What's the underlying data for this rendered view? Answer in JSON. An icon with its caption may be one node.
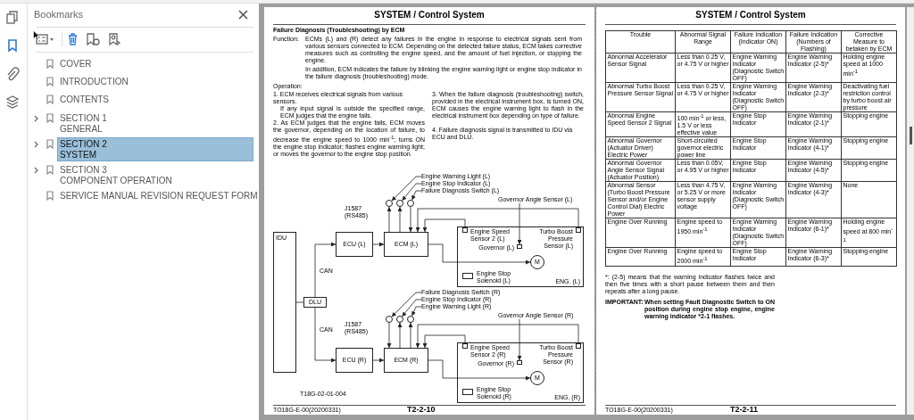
{
  "diagram": {
    "nodes": [
      {
        "text": [
          "IDU"
        ]
      },
      {
        "text": [
          "ECU (L)"
        ]
      },
      {
        "text": [
          "ECM (L)"
        ]
      },
      {
        "text": [
          "DLU"
        ]
      },
      {
        "text": [
          "ECU (R)"
        ]
      },
      {
        "text": [
          "ECM (R)"
        ]
      },
      {
        "text": [
          "ENG. (L)"
        ]
      },
      {
        "text": [],
        "shape": "box",
        "in": 6,
        "beside": [
          "Engine Speed Sensor 2 (L)"
        ]
      },
      {
        "text": [],
        "shape": "box",
        "in": 6,
        "beside": [
          "Turbo Boost Pressure Sensor (L)"
        ]
      },
      {
        "text": [],
        "shape": "box",
        "in": 6,
        "beside": [
          "Governor (L)"
        ]
      },
      {
        "text": [
          "M"
        ],
        "in": 6
      },
      {
        "text": [],
        "shape": "box",
        "in": 6,
        "beside": [
          "Engine Stop Solenoid (L)"
        ]
      },
      {
        "text": [
          "ENG. (R)"
        ]
      },
      {
        "text": [],
        "shape": "box",
        "in": 12,
        "beside": [
          "Engine Speed Sensor 2 (R)"
        ]
      },
      {
        "text": [],
        "shape": "box",
        "in": 12,
        "beside": [
          "Turbo Boost Pressure Sensor (R)"
        ]
      },
      {
        "text": [],
        "shape": "box",
        "in": 12,
        "beside": [
          "Governor (R)"
        ]
      },
      {
        "text": [
          "M"
        ],
        "in": 12
      },
      {
        "text": [],
        "shape": "box",
        "in": 12,
        "beside": [
          "Engine Stop Solenoid (R)"
        ]
      },
      {
        "text": [],
        "shape": "circle"
      },
      {
        "text": [],
        "shape": "circle"
      },
      {
        "text": [],
        "shape": "circle"
      },
      {
        "text": [],
        "shape": "circle"
      },
      {
        "text": [],
        "shape": "circle"
      },
      {
        "text": [],
        "shape": "circle"
      },
      {
        "text": [
          "Engine Warning Light (L)"
        ]
      },
      {
        "text": [
          "Engine Stop Indicator (L)"
        ]
      },
      {
        "text": [
          "Failure Diagnosis Switch (L)"
        ]
      },
      {
        "text": [
          "Failure Diagnosis Switch (R)"
        ]
      },
      {
        "text": [
          "Engine Stop Indicator (R)"
        ]
      },
      {
        "text": [
          "Engine Warning Light (R)"
        ]
      },
      {
        "text": [
          "Governor Angle Sensor (L)"
        ]
      },
      {
        "text": [
          "Governor Angle Sensor (R)"
        ]
      }
    ],
    "edges": [
      {
        "from": 0,
        "to": 3,
        "arrow": "none"
      },
      {
        "from": 3,
        "to": 1,
        "arrow": "to"
      },
      {
        "from": 3,
        "to": 4,
        "arrow": "to"
      },
      {
        "from": 1,
        "to": 2,
        "arrow": "to"
      },
      {
        "from": 4,
        "to": 5,
        "arrow": "to"
      },
      {
        "from": 2,
        "to": 10,
        "arrow": "to"
      },
      {
        "from": 7,
        "to": 2,
        "arrow": "to"
      },
      {
        "from": 8,
        "to": 2,
        "arrow": "to"
      },
      {
        "from": 2,
        "to": 18,
        "arrow": "to"
      },
      {
        "from": 2,
        "to": 19,
        "arrow": "to"
      },
      {
        "from": 20,
        "to": 2,
        "arrow": "to"
      },
      {
        "from": 5,
        "to": 16,
        "arrow": "to"
      },
      {
        "from": 13,
        "to": 5,
        "arrow": "to"
      },
      {
        "from": 14,
        "to": 5,
        "arrow": "to"
      },
      {
        "from": 21,
        "to": 5,
        "arrow": "to"
      },
      {
        "from": 5,
        "to": 22,
        "arrow": "to"
      },
      {
        "from": 5,
        "to": 23,
        "arrow": "to"
      },
      {
        "from": 24,
        "to": 18,
        "arrow": "to"
      },
      {
        "from": 25,
        "to": 19,
        "arrow": "to"
      },
      {
        "from": 26,
        "to": 20,
        "arrow": "to"
      },
      {
        "from": 27,
        "to": 21,
        "arrow": "to"
      },
      {
        "from": 28,
        "to": 22,
        "arrow": "to"
      },
      {
        "from": 29,
        "to": 23,
        "arrow": "to"
      },
      {
        "from": 30,
        "to": 9,
        "arrow": "to"
      },
      {
        "from": 31,
        "to": 15,
        "arrow": "to"
      }
    ],
    "labels": [
      "Bookmarks",
      "COVER",
      "INTRODUCTION",
      "CONTENTS",
      "SECTION 1",
      "GENERAL",
      "SECTION 2",
      "SYSTEM",
      "SECTION 3",
      "COMPONENT OPERATION",
      "SERVICE MANUAL REVISION REQUEST FORM",
      "SYSTEM / Control System",
      "Failure Diagnosis (Troubleshooting) by ECM",
      "Function:",
      "ECMs (L) and (R) detect any failures in the engine in response to electrical signals sent from various sensors connected to ECM. Depending on the detected failure status, ECM takes corrective measures such as controlling the engine speed, and the amount of fuel injection, or stopping the engine.",
      "In addition, ECM indicates the failure by blinking the engine warning light or engine stop indicator in the failure diagnosis (troubleshooting) mode.",
      "Operation:",
      "1. ECM receives electrical signals from various sensors.",
      "If any input signal is outside the specified range, ECM judges that the engine fails.",
      "2. As ECM judges that the engine fails, ECM moves the governor, depending on the location of failure, to decrease the engine speed to 1000 min$^{-1}$; turns ON the engine stop indicator; flashes engine warning light; or moves the governor to the engine stop position.",
      "3. When the failure diagnosis (troubleshooting) switch, provided in the electrical instrument box, is turned ON, ECM causes the engine warning light to flash in the electrical instrument box depending on type of failure.",
      "4. Failure diagnosis signal is transmitted to IDU via ECU and DLU.",
      "J1587 (RS485)",
      "CAN",
      "CAN",
      "J1587 (RS485)",
      "T18G-02-01-004",
      "TO18G-E-00(20200331)",
      "T2-2-10",
      "SYSTEM / Control System",
      "Trouble",
      "Abnormal Signal Range",
      "Failure Indication (Indicator ON)",
      "Failure Indication (Numbers of Flashing)",
      "Corrective Measure to betaken by ECM",
      "Abnormal Accelerator Sensor Signal",
      "Less than 0.25 V, or 4.75 V or higher",
      "Engine Warning Indicator (Diagnostic Switch OFF)",
      "Engine Warning Indicator (2-5)*",
      "Holding engine speed at 1000 min$^{-1}$",
      "Abnormal Turbo Boost Pressure Sensor Signal",
      "Less than 0.25 V, or 4.75 V or higher",
      "Engine Warning Indicator (Diagnostic Switch OFF)",
      "Engine Warning Indicator (2-3)*",
      "Deactivating fuel restriction control by turbo boost air pressure",
      "Abnormal Engine Speed Sensor 2 Signal",
      "100 min$^{-1}$ or less, 1.5 V or less effective value",
      "Engine Stop Indicator",
      "Engine Warning Indicator (2-1)*",
      "Stopping engine",
      "Abnormal Governor (Actuator Driver) Electric Power",
      "Short-circuited governor electric power line",
      "Engine Stop Indicator",
      "Engine Warning Indicator (4-1)*",
      "Stopping engine",
      "Abnormal Governor Angle Sensor Signal (Actuator Position)",
      "Less than 0.05V, or 4.95 V or higher",
      "Engine Stop Indicator",
      "Engine Warning Indicator (4-5)*",
      "Stopping engine",
      "Abnormal Sensor (Turbo Boost Pressure Sensor and/or Engine Control Dial) Electric Power",
      "Less than 4.75 V, or 5.25 V or more sensor supply voltage",
      "Engine Warning Indicator (Diagnostic Switch OFF)",
      "Engine Warning Indicator (4-3)*",
      "None",
      "Engine Over Running",
      "Engine speed to 1950 min$^{-1}$",
      "Engine Warning Indicator (Diagnostic Switch OFF)",
      "Engine Warning Indicator (6-1)*",
      "Holding engine speed at 800 min$^{-1}$",
      "Engine Over Running",
      "Engine speed to 2000 min$^{-1}$",
      "Engine Stop Indicator",
      "Engine Warning Indicator (6-3)*",
      "Stopping engine",
      "*: (2-5) means that the warning indicator flashes twice and then five times with a short pause between them and then repeats after a long pause.",
      "IMPORTANT:",
      "When setting Fault Diagnostic Switch to ON position during engine stop engine, engine warning indicator *2-1 flashes.",
      "TO18G-E-00(20200331)",
      "T2-2-11"
    ]
  }
}
